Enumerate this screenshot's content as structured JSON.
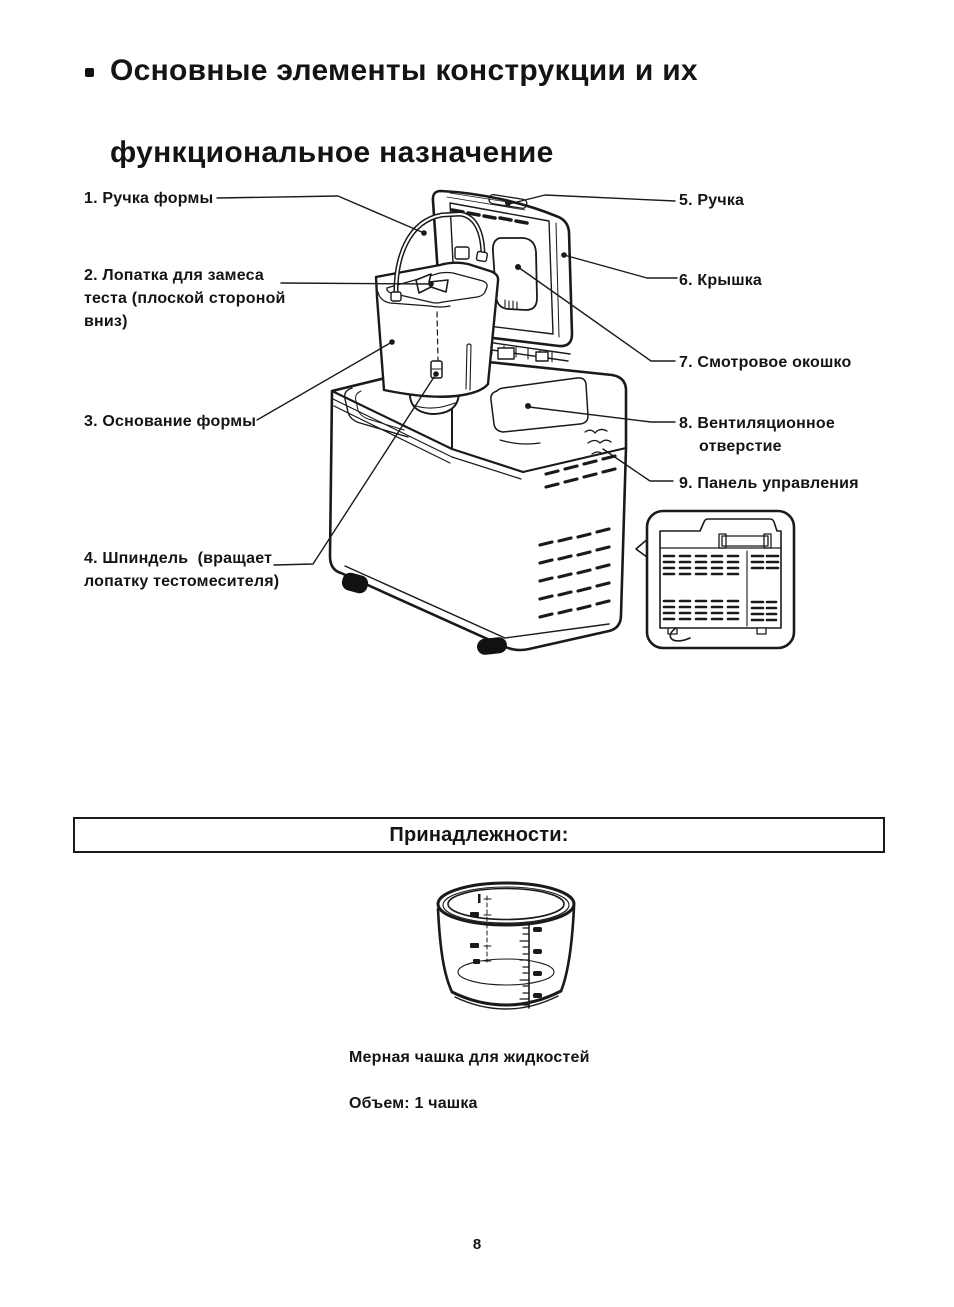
{
  "title": {
    "line1": "Основные элементы конструкции и их",
    "line2": "функциональное назначение"
  },
  "diagram": {
    "labels": [
      {
        "text": "1. Ручка формы"
      },
      {
        "text": "2. Лопатка для замеса\nтеста (плоской стороной\nвниз)"
      },
      {
        "text": "3. Основание формы"
      },
      {
        "text": "4. Шпиндель  (вращает\nлопатку тестомесителя)"
      },
      {
        "text": "5. Ручка"
      },
      {
        "text": "6. Крышка"
      },
      {
        "text": "7. Смотровое окошко"
      },
      {
        "text": "8. Вентиляционное\nотверстие"
      },
      {
        "text": "9. Панель управления"
      }
    ],
    "figures": {
      "main": "bread-maker-open-lid-line-drawing",
      "inset": "control-panel-detail-inset",
      "cup": "measuring-cup-line-drawing"
    }
  },
  "accessories": {
    "header": "Принадлежности:",
    "caption_line1": "Мерная чашка для жидкостей",
    "caption_line2": "Объем: 1 чашка"
  },
  "page": {
    "number": "8"
  },
  "colors": {
    "ink": "#1a1a1a",
    "paper": "#ffffff"
  }
}
